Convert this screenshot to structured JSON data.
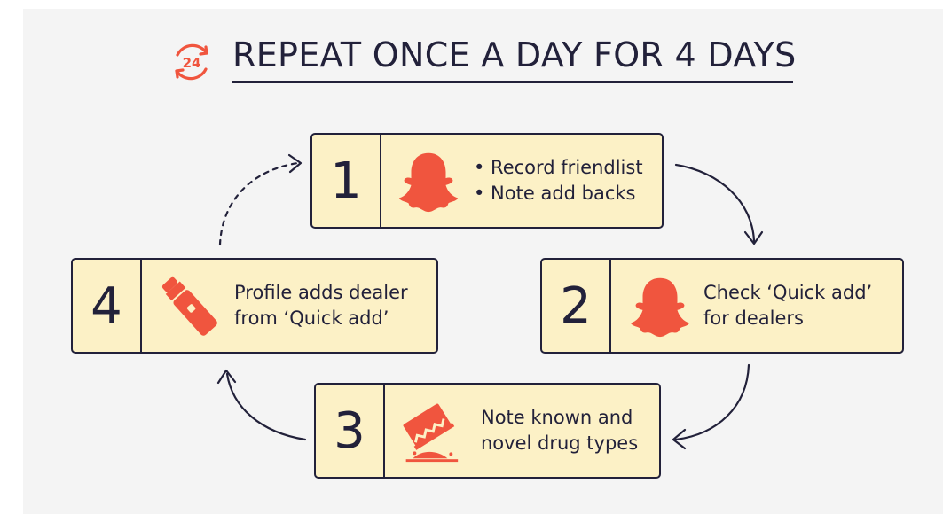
{
  "title": {
    "text": "REPEAT ONCE A DAY FOR 4 DAYS",
    "icon": "24-hour-cycle-icon",
    "icon_label": "24",
    "accent": "#f0553e"
  },
  "colors": {
    "card_fill": "#fcf1c6",
    "ink": "#22213a",
    "accent": "#f0553e",
    "background": "#f4f4f4"
  },
  "steps": [
    {
      "number": "1",
      "icon": "snapchat-ghost-icon",
      "lines": [
        "• Record friendlist",
        "• Note add backs"
      ]
    },
    {
      "number": "2",
      "icon": "snapchat-ghost-icon",
      "lines": [
        "Check ‘Quick add’",
        "for dealers"
      ]
    },
    {
      "number": "3",
      "icon": "razor-blade-powder-icon",
      "lines": [
        "Note known and",
        "novel drug types"
      ]
    },
    {
      "number": "4",
      "icon": "vape-pen-icon",
      "lines": [
        "Profile adds dealer",
        "from ‘Quick add’"
      ]
    }
  ],
  "flow": [
    "1 → 2",
    "2 → 3",
    "3 → 4",
    "4 → 1"
  ]
}
